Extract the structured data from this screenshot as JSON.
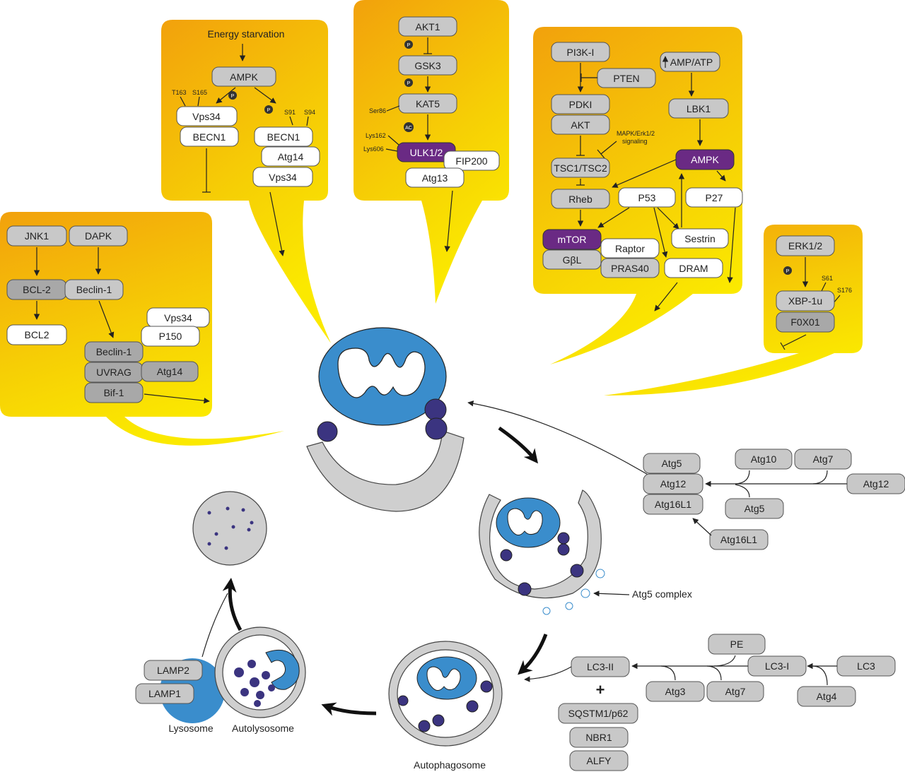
{
  "panel_ampk": {
    "title": "Energy starvation",
    "ampk": "AMPK",
    "t163": "T163",
    "s165": "S165",
    "s91": "S91",
    "s94": "S94",
    "vps34": "Vps34",
    "becn1_left": "BECN1",
    "becn1_right": "BECN1",
    "atg14": "Atg14",
    "vps34_right": "Vps34",
    "p": "P"
  },
  "panel_akt": {
    "akt1": "AKT1",
    "gsk3": "GSK3",
    "kat5": "KAT5",
    "ulk": "ULK1/2",
    "fip200": "FIP200",
    "atg13": "Atg13",
    "ser86": "Ser86",
    "lys162": "Lys162",
    "lys606": "Lys606",
    "ac": "AC",
    "p": "P"
  },
  "panel_mtor": {
    "pi3k": "PI3K-I",
    "pten": "PTEN",
    "amp_atp": "AMP/ATP",
    "pdki": "PDKI",
    "akt": "AKT",
    "lbk1": "LBK1",
    "mapk_line1": "MAPK/Erk1/2",
    "mapk_line2": "signaling",
    "tsc": "TSC1/TSC2",
    "ampk": "AMPK",
    "rheb": "Rheb",
    "p53": "P53",
    "p27": "P27",
    "mtor": "mTOR",
    "raptor": "Raptor",
    "sestrin": "Sestrin",
    "gbl": "GβL",
    "pras40": "PRAS40",
    "dram": "DRAM"
  },
  "panel_jnk": {
    "jnk1": "JNK1",
    "dapk": "DAPK",
    "bcl2_gray": "BCL-2",
    "beclin1": "Beclin-1",
    "bcl2": "BCL2",
    "vps34": "Vps34",
    "p150": "P150",
    "beclin1_b": "Beclin-1",
    "uvrag": "UVRAG",
    "atg14": "Atg14",
    "bif1": "Bif-1"
  },
  "panel_erk": {
    "erk": "ERK1/2",
    "s61": "S61",
    "s176": "S176",
    "xbp": "XBP-1u",
    "fox": "F0X01",
    "p": "P"
  },
  "atg5_complex": {
    "atg5": "Atg5",
    "atg12": "Atg12",
    "atg16l1": "Atg16L1",
    "atg10": "Atg10",
    "atg7": "Atg7",
    "atg12_r": "Atg12",
    "atg5_b": "Atg5",
    "atg16l1_b": "Atg16L1",
    "label": "Atg5   complex"
  },
  "lc3": {
    "lc3_ii": "LC3-II",
    "pe": "PE",
    "lc3_i": "LC3-I",
    "lc3": "LC3",
    "atg3": "Atg3",
    "atg7": "Atg7",
    "atg4": "Atg4",
    "plus": "+",
    "sqstm1": "SQSTM1/p62",
    "nbr1": "NBR1",
    "alfy": "ALFY"
  },
  "lysosome": {
    "lamp2": "LAMP2",
    "lamp1": "LAMP1",
    "lysosome_label": "Lysosome",
    "autolysosome_label": "Autolysosome",
    "autophagosome_label": "Autophagosome"
  },
  "colors": {
    "panel_top": "#f3a712",
    "panel_bottom": "#f8e400",
    "mito_blue": "#3a8dcc",
    "purple": "#6a2a84",
    "dot": "#3b3480",
    "membrane": "#cfcfcf"
  }
}
